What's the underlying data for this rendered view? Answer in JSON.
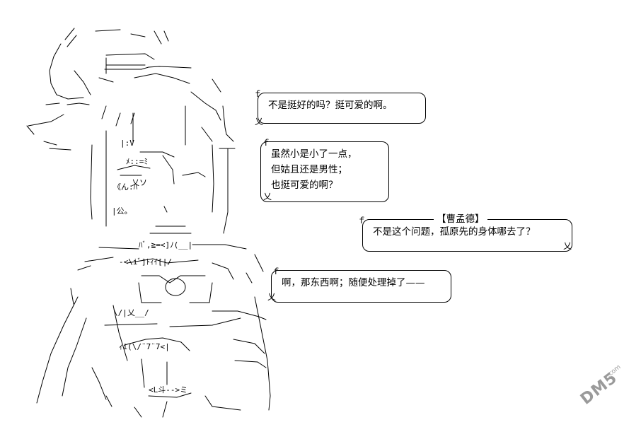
{
  "dialogue": [
    {
      "speaker": "",
      "lines": [
        "不是挺好的吗？挺可爱的啊。"
      ]
    },
    {
      "speaker": "",
      "lines": [
        "虽然小是小了一点，",
        "但姑且还是男性；",
        "也挺可爱的啊？"
      ]
    },
    {
      "speaker": "【曹孟德】",
      "lines": [
        "不是这个问题，孤原先的身体哪去了？"
      ]
    },
    {
      "speaker": "",
      "lines": [
        "啊，那东西啊；随便处理掉了——"
      ]
    }
  ],
  "watermark": {
    "text": "DM5",
    "subtext": ".com"
  },
  "colors": {
    "ink": "#000000",
    "background": "#ffffff",
    "watermark": "#9a9a9a"
  }
}
